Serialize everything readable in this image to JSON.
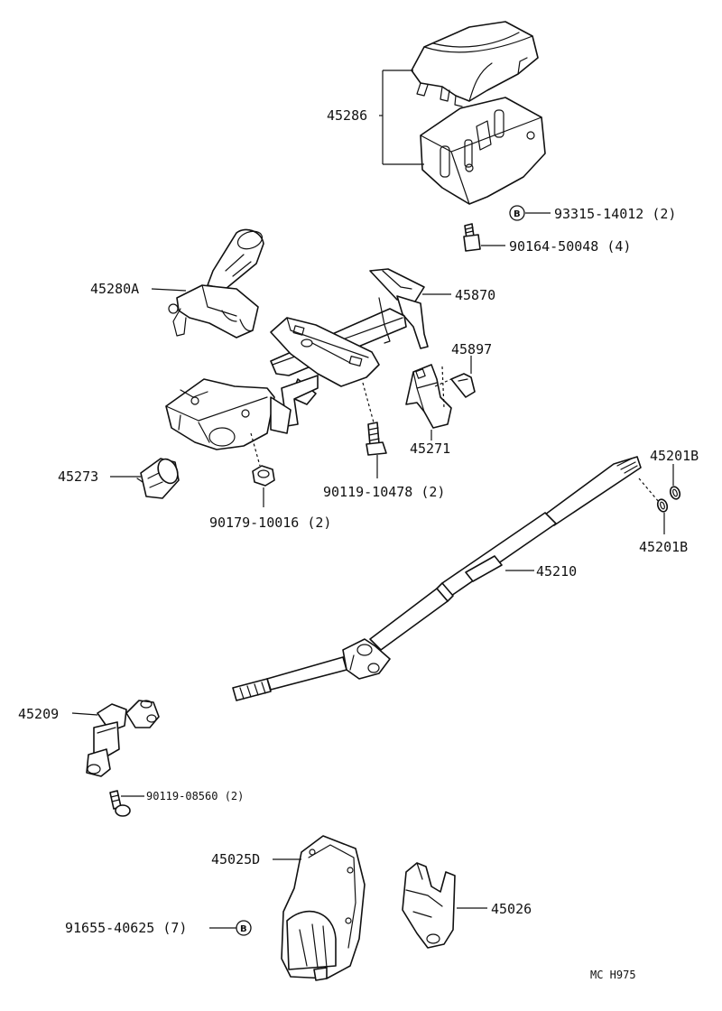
{
  "callouts": {
    "p45286": "45286",
    "p93315": "93315-14012 (2)",
    "p90164": "90164-50048 (4)",
    "p45280a": "45280A",
    "p45870": "45870",
    "p45897": "45897",
    "p45271": "45271",
    "p45273": "45273",
    "p90119_10478": "90119-10478 (2)",
    "p90179": "90179-10016 (2)",
    "p45201b_top": "45201B",
    "p45201b_bottom": "45201B",
    "p45210": "45210",
    "p45209": "45209",
    "p90119_08560": "90119-08560 (2)",
    "p45025d": "45025D",
    "p45026": "45026",
    "p91655": "91655-40625 (7)"
  },
  "badges": {
    "top": "B",
    "bottom": "B"
  },
  "footer": {
    "code": "MC  H975"
  }
}
